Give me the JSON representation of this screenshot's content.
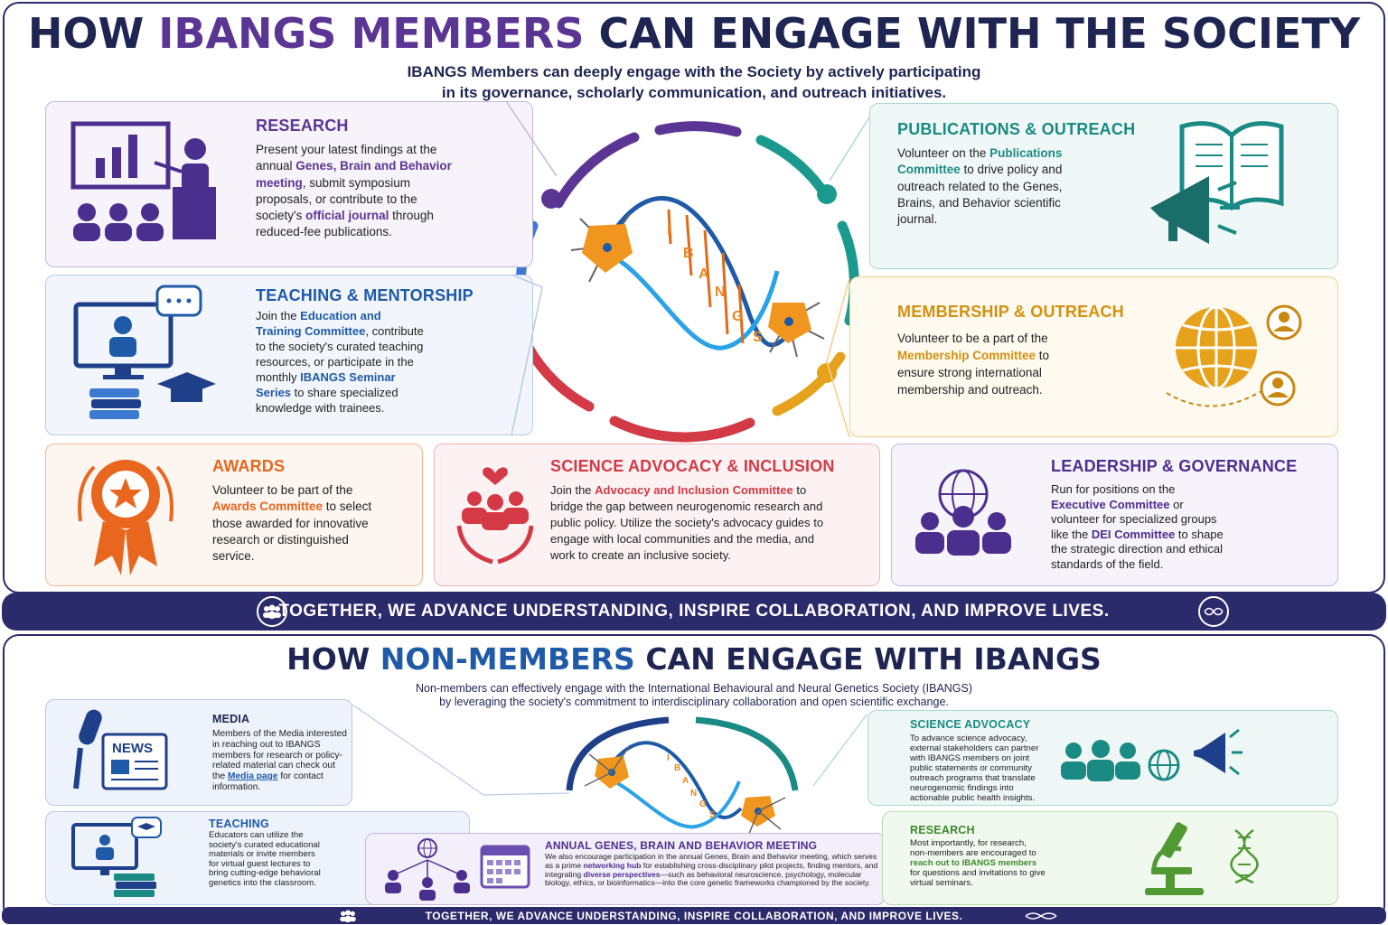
{
  "members": {
    "title_parts": [
      "HOW ",
      "IBANGS MEMBERS",
      " CAN ENGAGE WITH THE SOCIETY"
    ],
    "intro": [
      "IBANGS Members can deeply engage with the Society by actively participating",
      "in its governance, scholarly communication, and outreach initiatives."
    ],
    "hub_letters": [
      "I",
      "B",
      "A",
      "N",
      "G",
      "S"
    ],
    "cards": {
      "research": {
        "title": "RESEARCH",
        "color": "#5b3594",
        "text": [
          "Present your latest findings at the annual ",
          "Genes, Brain and Behavior meeting",
          ", submit symposium proposals, or contribute to the society's ",
          "official journal",
          " through reduced-fee publications."
        ]
      },
      "teaching": {
        "title": "TEACHING & MENTORSHIP",
        "color": "#1e5aa8",
        "text": [
          "Join the ",
          "Education and Training Committee",
          ", contribute to the society's curated teaching resources, or participate in the monthly ",
          "IBANGS Seminar Series",
          " to share specialized knowledge with trainees."
        ]
      },
      "awards": {
        "title": "AWARDS",
        "color": "#e8661e",
        "text": [
          "Volunteer to be part of the ",
          "Awards Committee",
          " to select those awarded for innovative research or distinguished service."
        ]
      },
      "advocacy": {
        "title": "SCIENCE ADVOCACY & INCLUSION",
        "color": "#d33a45",
        "text": [
          "Join the ",
          "Advocacy and Inclusion Committee",
          " to bridge the gap between neurogenomic research and public policy. Utilize the society's advocacy guides to engage with local communities and the media, and work to create an inclusive society."
        ]
      },
      "leadership": {
        "title": "LEADERSHIP & GOVERNANCE",
        "color": "#4b2f8f",
        "text": [
          "Run for positions on the ",
          "Executive Committee",
          " or volunteer for specialized groups like the ",
          "DEI Committee",
          " to shape the strategic direction and ethical standards of the field."
        ]
      },
      "publications": {
        "title": "PUBLICATIONS & OUTREACH",
        "color": "#1a8a84",
        "text": [
          "Volunteer on the ",
          "Publications Committee",
          " to drive policy and outreach related to the Genes, Brains, and Behavior scientific journal."
        ]
      },
      "membership": {
        "title": "MEMBERSHIP & OUTREACH",
        "color": "#d4900f",
        "text": [
          "Volunteer to be a part of the ",
          "Membership Committee",
          " to ensure strong international membership and outreach."
        ]
      }
    },
    "band": "TOGETHER, WE ADVANCE UNDERSTANDING, INSPIRE COLLABORATION, AND IMPROVE LIVES."
  },
  "nonmembers": {
    "title_parts": [
      "HOW ",
      "NON-MEMBERS",
      " CAN ENGAGE WITH IBANGS"
    ],
    "intro": [
      "Non-members can effectively engage with the International Behavioural and Neural Genetics Society (IBANGS)",
      "by leveraging the society's commitment to interdisciplinary collaboration and open scientific exchange."
    ],
    "hub_letters": [
      "I",
      "B",
      "A",
      "N",
      "G",
      "S"
    ],
    "cards": {
      "media": {
        "title": "MEDIA",
        "color": "#1f2553",
        "text": [
          "Members of the Media interested in reaching out to IBANGS members for research or policy-related material can check out the ",
          "Media page",
          " for contact information."
        ]
      },
      "teaching": {
        "title": "TEACHING",
        "color": "#1e5aa8",
        "text": [
          "Educators can utilize the society's curated educational materials or invite members for virtual guest lectures to bring cutting-edge behavioral genetics into the classroom."
        ]
      },
      "meeting": {
        "title": "ANNUAL GENES, BRAIN AND BEHAVIOR MEETING",
        "color": "#4b2f8f",
        "text": [
          "We also encourage participation in the annual Genes, Brain and Behavior meeting, which serves as a prime ",
          "networking hub",
          " for establishing cross-disciplinary pilot projects, finding mentors, and integrating ",
          "diverse perspectives",
          "—such as behavioral neuroscience, psychology, molecular biology, ethics, or bioinformatics—into the core genetic frameworks championed by the society."
        ]
      },
      "advocacy": {
        "title": "SCIENCE ADVOCACY",
        "color": "#1a8a84",
        "text": [
          "To advance science advocacy, external stakeholders can partner with IBANGS members on joint public statements or community outreach programs that translate neurogenomic findings into actionable public health insights."
        ]
      },
      "research": {
        "title": "RESEARCH",
        "color": "#3d8a2c",
        "text": [
          "Most importantly, for research, non-members are encouraged to ",
          "reach out to IBANGS members",
          " for questions and invitations to give virtual seminars."
        ]
      }
    },
    "band": "TOGETHER, WE ADVANCE UNDERSTANDING, INSPIRE COLLABORATION, AND IMPROVE LIVES."
  },
  "colors": {
    "navy": "#1f2553",
    "purple": "#5b3594",
    "blue": "#1e5aa8",
    "teal": "#1a8a84",
    "gold": "#d4900f",
    "red": "#d33a45",
    "orange": "#e8661e"
  }
}
